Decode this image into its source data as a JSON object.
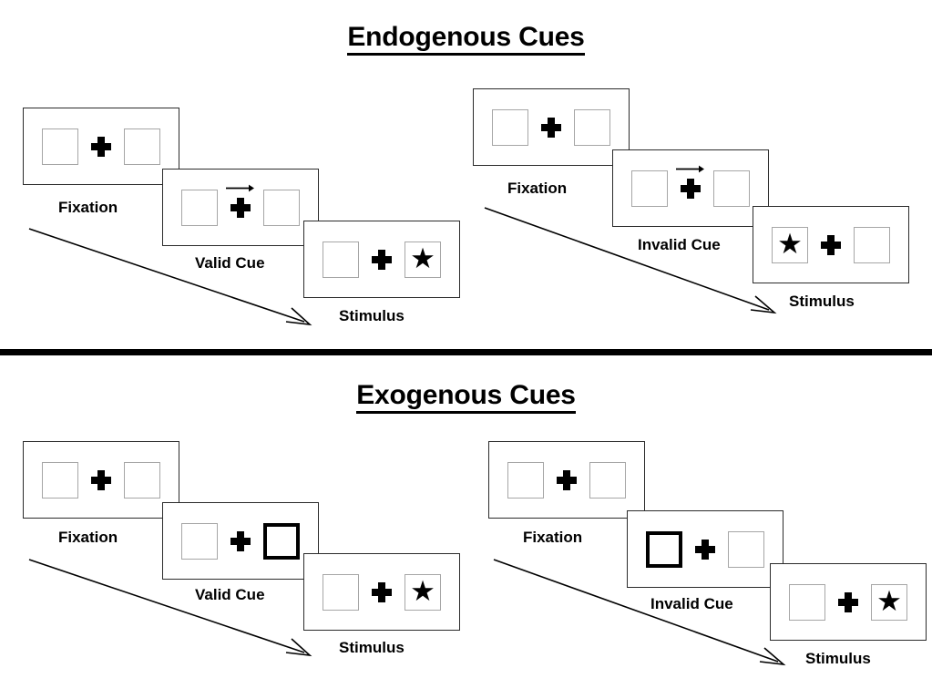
{
  "sections": [
    {
      "title": "Endogenous Cues",
      "cue_type": "arrow",
      "trials": [
        {
          "name": "valid",
          "frames": [
            {
              "caption": "Fixation",
              "left_square": "empty",
              "right_square": "empty",
              "cue": "none"
            },
            {
              "caption": "Valid Cue",
              "left_square": "empty",
              "right_square": "empty",
              "cue": "arrow-right"
            },
            {
              "caption": "Stimulus",
              "left_square": "empty",
              "right_square": "star",
              "cue": "none"
            }
          ]
        },
        {
          "name": "invalid",
          "frames": [
            {
              "caption": "Fixation",
              "left_square": "empty",
              "right_square": "empty",
              "cue": "none"
            },
            {
              "caption": "Invalid Cue",
              "left_square": "empty",
              "right_square": "empty",
              "cue": "arrow-right"
            },
            {
              "caption": "Stimulus",
              "left_square": "star",
              "right_square": "empty",
              "cue": "none"
            }
          ]
        }
      ]
    },
    {
      "title": "Exogenous Cues",
      "cue_type": "flash",
      "trials": [
        {
          "name": "valid",
          "frames": [
            {
              "caption": "Fixation",
              "left_square": "empty",
              "right_square": "empty",
              "cue": "none"
            },
            {
              "caption": "Valid Cue",
              "left_square": "empty",
              "right_square": "cued",
              "cue": "none"
            },
            {
              "caption": "Stimulus",
              "left_square": "empty",
              "right_square": "star",
              "cue": "none"
            }
          ]
        },
        {
          "name": "invalid",
          "frames": [
            {
              "caption": "Fixation",
              "left_square": "empty",
              "right_square": "empty",
              "cue": "none"
            },
            {
              "caption": "Invalid Cue",
              "left_square": "cued",
              "right_square": "empty",
              "cue": "none"
            },
            {
              "caption": "Stimulus",
              "left_square": "empty",
              "right_square": "star",
              "cue": "none"
            }
          ]
        }
      ]
    }
  ],
  "glyphs": {
    "star": "★",
    "arrow_right": "arrow-right-icon",
    "fixation_cross": "plus-icon"
  },
  "colors": {
    "text": "#000000",
    "frame_border": "#2b2b2b",
    "square_border": "#a6a6a6",
    "cued_square_border": "#000000",
    "divider": "#000000",
    "background": "#ffffff"
  }
}
